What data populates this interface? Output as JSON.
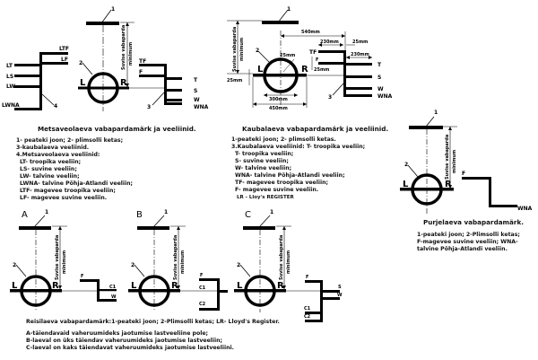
{
  "labels": {
    "n1": "1",
    "n2": "2",
    "n3": "3",
    "n4": "4",
    "L": "L",
    "R": "R",
    "freeboard_line1": "Suvise vabaparda",
    "freeboard_line2": "minimum",
    "forestry": {
      "LTF": "LTF",
      "LF": "LF",
      "LT": "LT",
      "LS": "LS",
      "LW": "LW",
      "LWNA": "LWNA"
    },
    "cargo": {
      "TF": "TF",
      "F": "F",
      "T": "T",
      "S": "S",
      "W": "W",
      "WNA": "WNA"
    },
    "dims": {
      "d540": "540mm",
      "d230a": "230mm",
      "d25a": "25mm",
      "d230b": "230mm",
      "d25disc": "25mm",
      "d25f": "25mm",
      "d25left": "25mm",
      "d300": "300mm",
      "d450": "450mm"
    },
    "sail": {
      "F": "F",
      "WNA": "WNA"
    },
    "passenger": {
      "A": "A",
      "B": "B",
      "C": "C",
      "F": "F",
      "C1": "C1",
      "C2": "C2",
      "S": "S",
      "W": "W"
    }
  },
  "forestry_caption": {
    "title": "Metsaveolaeva vabapardamärk ja veeliinid.",
    "lines": [
      "1- peateki joon; 2- plimsolli ketas;",
      "3-kaubalaeva veeliinid.",
      "4.Metsaveolaeva veeliinid:",
      "  LT- troopika veeliin;",
      "  LS- suvine veeliin;",
      "  LW- talvine veeliin;",
      "  LWNA- talvine Põhja-Atlandi veeliin;",
      "  LTF- magevee troopika veeliin;",
      "  LF- magevee suvine veeliin."
    ]
  },
  "cargo_caption": {
    "title": "Kaubalaeva vabapardamärk ja veeliinid.",
    "lines": [
      "1-peateki joon; 2- plimsolli ketas.",
      "3.Kaubalaeva veeliinid: T- troopika veeliin;",
      "  T- troopika veeliin;",
      "  S- suvine veeliin;",
      "  W- talvine veeliin;",
      "  WNA- talvine Põhja-Atlandi  veeliin;",
      "  TF- magevee troopika veeliin;",
      "  F- magevee suvine veeliin.",
      "  LR - Lloy's REGISTER"
    ]
  },
  "sail_caption": {
    "title": "Purjelaeva vabapardamärk.",
    "lines": [
      "1-peateki joon; 2-Plimsolli ketas;",
      "F-magevee suvine veeliin; WNA-",
      "talvine Põhja-Atlandi veeliin."
    ]
  },
  "passenger_caption": {
    "title": "Reisilaeva vabapardamärk:1-peateki joon; 2-Plimsolli ketas; LR- Lloyd's Register.",
    "lines": [
      "A-täiendavaid vaheruumideks jaotumise lastveeliine pole;",
      "B-laeval on üks täiendav vaheruumideks jaotumise lastveeliin;",
      "C-laeval on kaks täiendavat  vaheruumideks jaotumise lastveeliini."
    ]
  }
}
